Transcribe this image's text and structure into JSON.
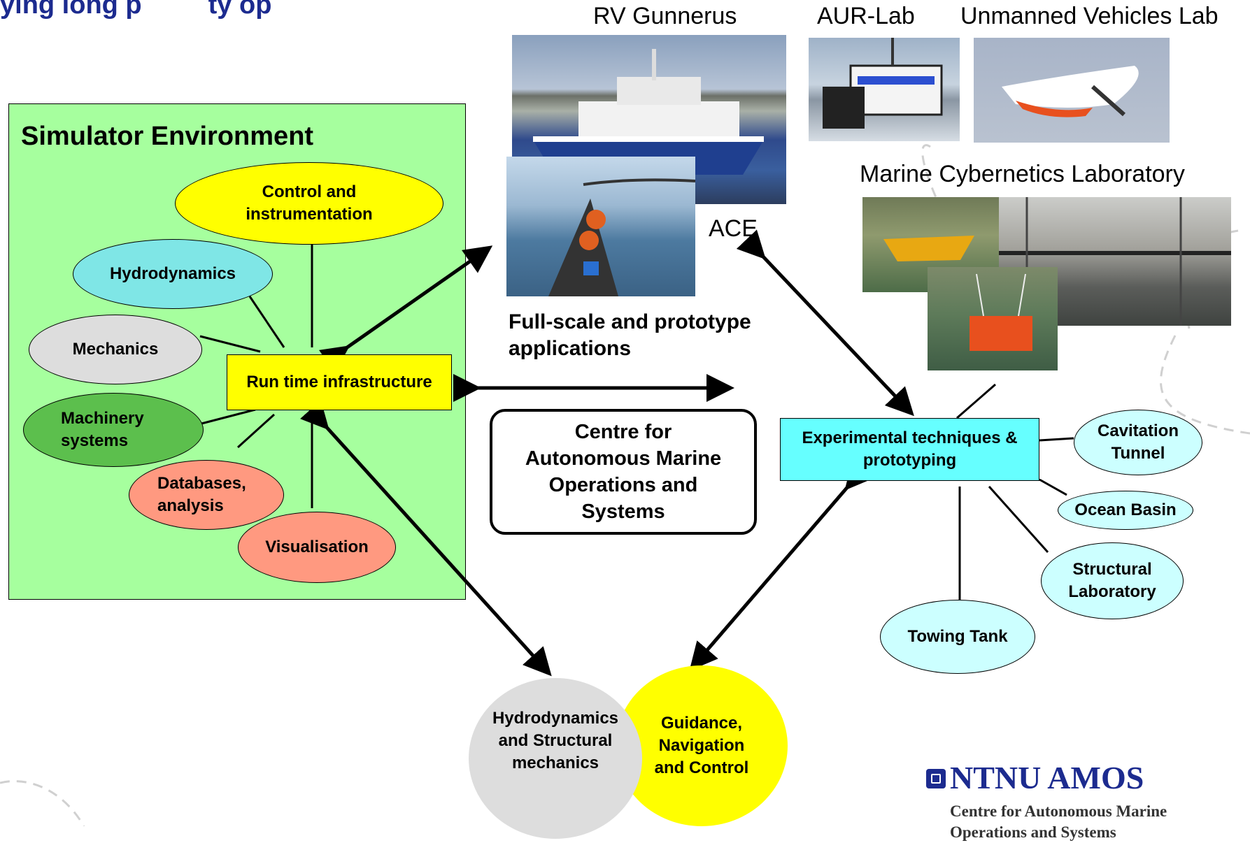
{
  "header": {
    "partial_title": "ying long p         ty op"
  },
  "photo_labels": {
    "rv_gunnerus": "RV Gunnerus",
    "aur_lab": "AUR-Lab",
    "unmanned_lab": "Unmanned Vehicles Lab",
    "marine_cyber": "Marine Cybernetics Laboratory",
    "ace": "ACE",
    "full_scale": "Full-scale and prototype applications"
  },
  "simulator": {
    "title": "Simulator Environment",
    "center": "Run time infrastructure",
    "nodes": {
      "control": "Control and instrumentation",
      "hydro": "Hydrodynamics",
      "mechanics": "Mechanics",
      "machinery": "Machinery systems",
      "databases": "Databases, analysis",
      "visualisation": "Visualisation"
    }
  },
  "centre_box": "Centre for Autonomous Marine Operations and Systems",
  "experimental": {
    "center": "Experimental techniques & prototyping",
    "nodes": {
      "cavitation": "Cavitation Tunnel",
      "ocean": "Ocean Basin",
      "structural": "Structural Laboratory",
      "towing": "Towing Tank"
    }
  },
  "bottom": {
    "hydro_struct": "Hydrodynamics and Structural mechanics",
    "gnc": "Guidance, Navigation and Control"
  },
  "logo": {
    "name": "NTNU AMOS",
    "subtitle": "Centre for Autonomous Marine Operations and Systems"
  },
  "colors": {
    "simulator_bg": "#a6ff9e",
    "yellow": "#ffff00",
    "cyan_node": "#7fe6e6",
    "light_cyan": "#ccffff",
    "grey": "#dddddd",
    "dark_green": "#5cbf4d",
    "salmon": "#ff9980",
    "exp_box": "#66ffff",
    "navy_title": "#1c2b8f"
  }
}
